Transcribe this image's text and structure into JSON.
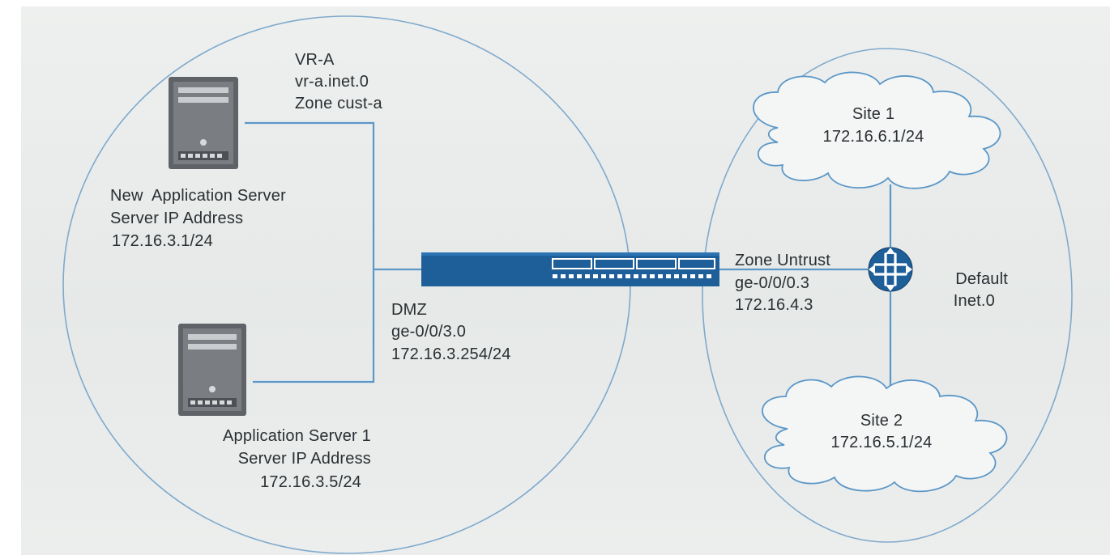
{
  "zones": {
    "left": {
      "vr_name": "VR-A",
      "routing_table": "vr-a.inet.0",
      "zone_name": "Zone cust-a"
    },
    "right": {
      "routing_instance": "Default",
      "routing_table": "Inet.0"
    }
  },
  "servers": [
    {
      "name": "New  Application Server",
      "ip_label": "Server IP Address",
      "ip": "172.16.3.1/24",
      "icon": "server-tower-icon"
    },
    {
      "name": "Application Server 1",
      "ip_label": "Server IP Address",
      "ip": "172.16.3.5/24",
      "icon": "server-tower-icon"
    }
  ],
  "firewall": {
    "icon": "firewall-switch-icon",
    "dmz": {
      "zone": "DMZ",
      "interface": "ge-0/0/3.0",
      "ip": "172.16.3.254/24"
    },
    "untrust": {
      "zone": "Zone Untrust",
      "interface": "ge-0/0/0.3",
      "ip": "172.16.4.3"
    }
  },
  "router": {
    "icon": "router-icon"
  },
  "sites": [
    {
      "name": "Site 1",
      "subnet": "172.16.6.1/24",
      "icon": "cloud-icon"
    },
    {
      "name": "Site 2",
      "subnet": "172.16.5.1/24",
      "icon": "cloud-icon"
    }
  ],
  "colors": {
    "line": "#5b97c7",
    "zone_outline": "#7fa9cc",
    "firewall_body": "#1f5f99",
    "server_body": "#6e7277",
    "router_body": "#1f5f99",
    "text": "#2a2f33"
  }
}
